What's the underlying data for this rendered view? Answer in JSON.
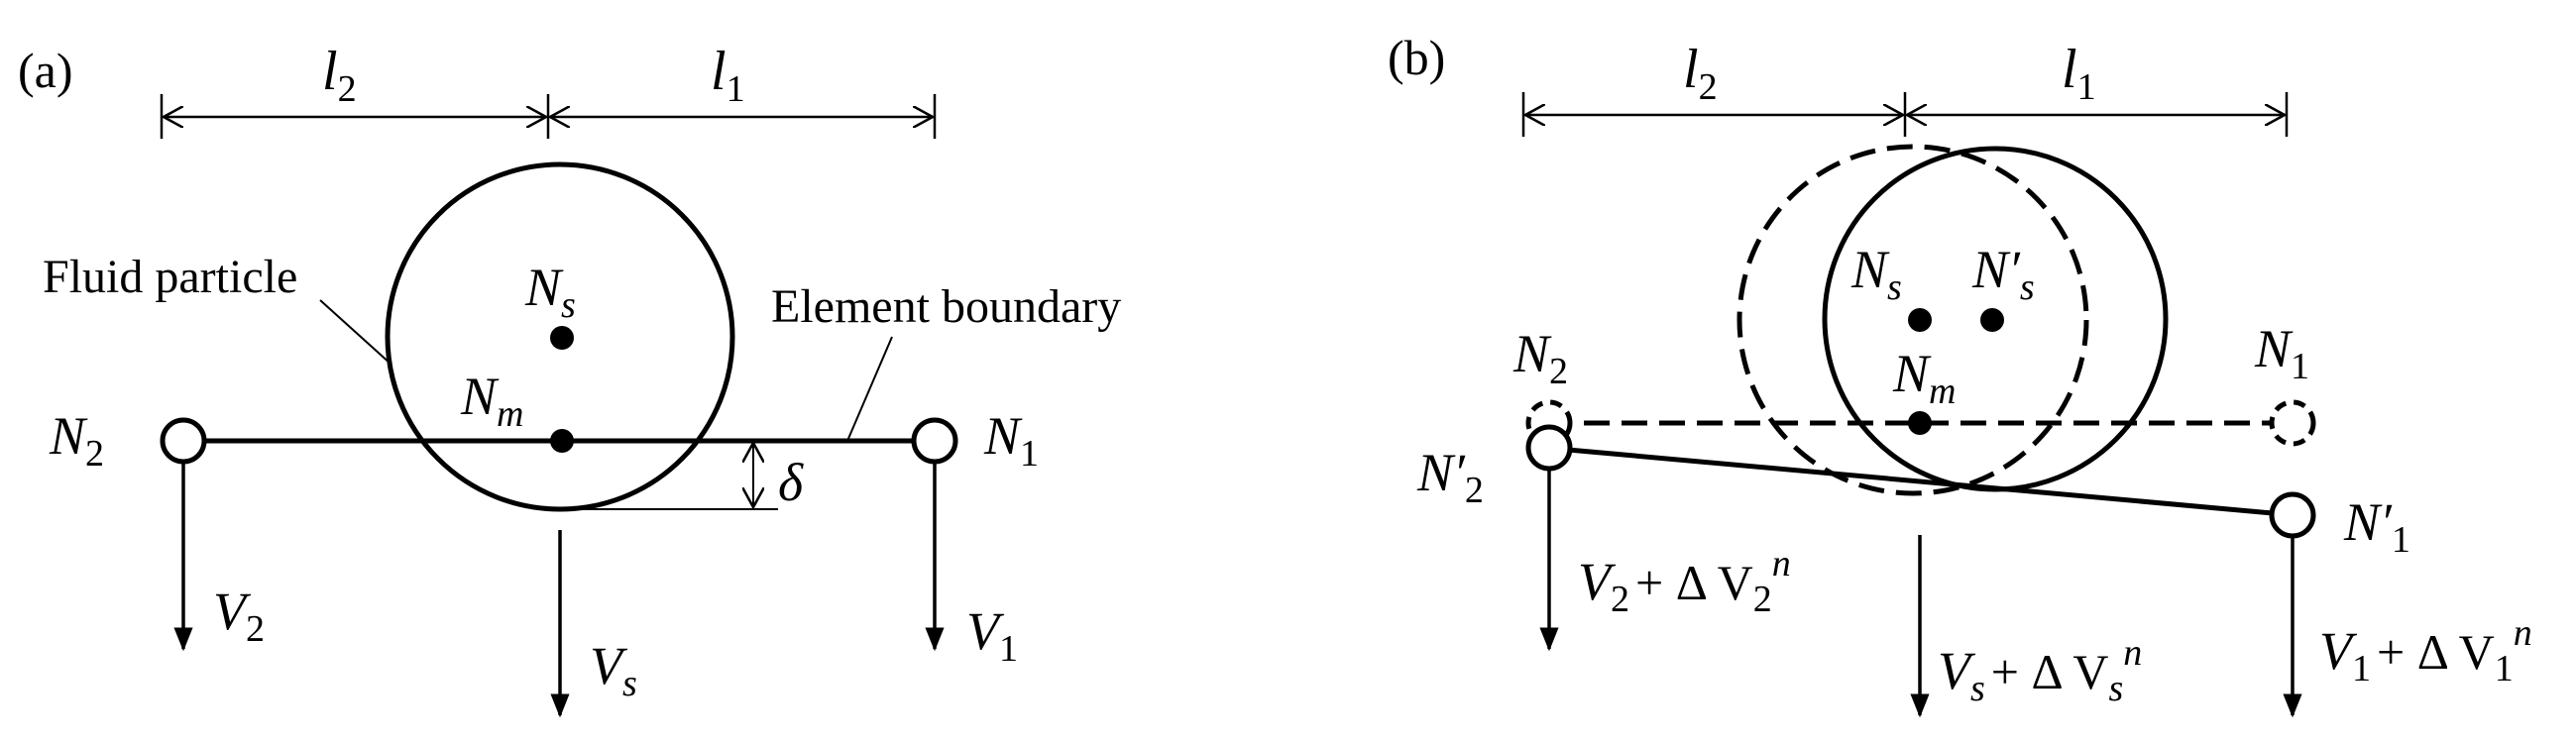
{
  "panel_a": {
    "label": "(a)",
    "l2": "l",
    "l2_sub": "2",
    "l1": "l",
    "l1_sub": "1",
    "fluid_particle": "Fluid particle",
    "element_boundary": "Element boundary",
    "Ns": "N",
    "Ns_sub": "s",
    "Nm": "N",
    "Nm_sub": "m",
    "N2": "N",
    "N2_sub": "2",
    "N1": "N",
    "N1_sub": "1",
    "delta": "δ",
    "V2": "V",
    "V2_sub": "2",
    "Vs": "V",
    "Vs_sub": "s",
    "V1": "V",
    "V1_sub": "1"
  },
  "panel_b": {
    "label": "(b)",
    "l2": "l",
    "l2_sub": "2",
    "l1": "l",
    "l1_sub": "1",
    "Ns": "N",
    "Ns_sub": "s",
    "Nps": "N′",
    "Nps_sub": "s",
    "Nm": "N",
    "Nm_sub": "m",
    "N2": "N",
    "N2_sub": "2",
    "N1": "N",
    "N1_sub": "1",
    "Np2": "N′",
    "Np2_sub": "2",
    "Np1": "N′",
    "Np1_sub": "1",
    "V2_base": "V",
    "V2_sub": "2",
    "V2_delta": "+ Δ V",
    "V2_dsub": "2",
    "V2_sup": "n",
    "Vs_base": "V",
    "Vs_sub": "s",
    "Vs_delta": "+ Δ V",
    "Vs_dsub": "s",
    "Vs_sup": "n",
    "V1_base": "V",
    "V1_sub": "1",
    "V1_delta": "+ Δ V",
    "V1_dsub": "1",
    "V1_sup": "n"
  }
}
